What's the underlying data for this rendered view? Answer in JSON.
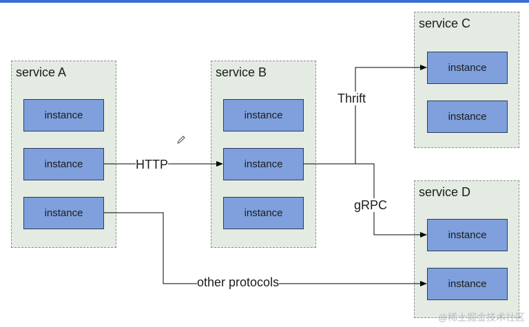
{
  "services": [
    {
      "id": "A",
      "title": "service A",
      "instances": [
        "instance",
        "instance",
        "instance"
      ]
    },
    {
      "id": "B",
      "title": "service B",
      "instances": [
        "instance",
        "instance",
        "instance"
      ]
    },
    {
      "id": "C",
      "title": "service C",
      "instances": [
        "instance",
        "instance"
      ]
    },
    {
      "id": "D",
      "title": "service D",
      "instances": [
        "instance",
        "instance"
      ]
    }
  ],
  "edges": [
    {
      "from": "service A / instance 2",
      "to": "service B / instance 2",
      "label": "HTTP"
    },
    {
      "from": "service B / instance 2",
      "to": "service C / instance 1",
      "label": "Thrift"
    },
    {
      "from": "service B / instance 2",
      "to": "service D / instance 1",
      "label": "gRPC"
    },
    {
      "from": "service A / instance 3",
      "to": "service D / instance 2",
      "label": "other protocols"
    }
  ],
  "watermark": "@稀土掘金技术社区",
  "colors": {
    "service_bg": "#e3ebe2",
    "instance_fill": "#7fa0dc",
    "instance_border": "#2d3a55",
    "top_bar": "#3b6fd8"
  }
}
